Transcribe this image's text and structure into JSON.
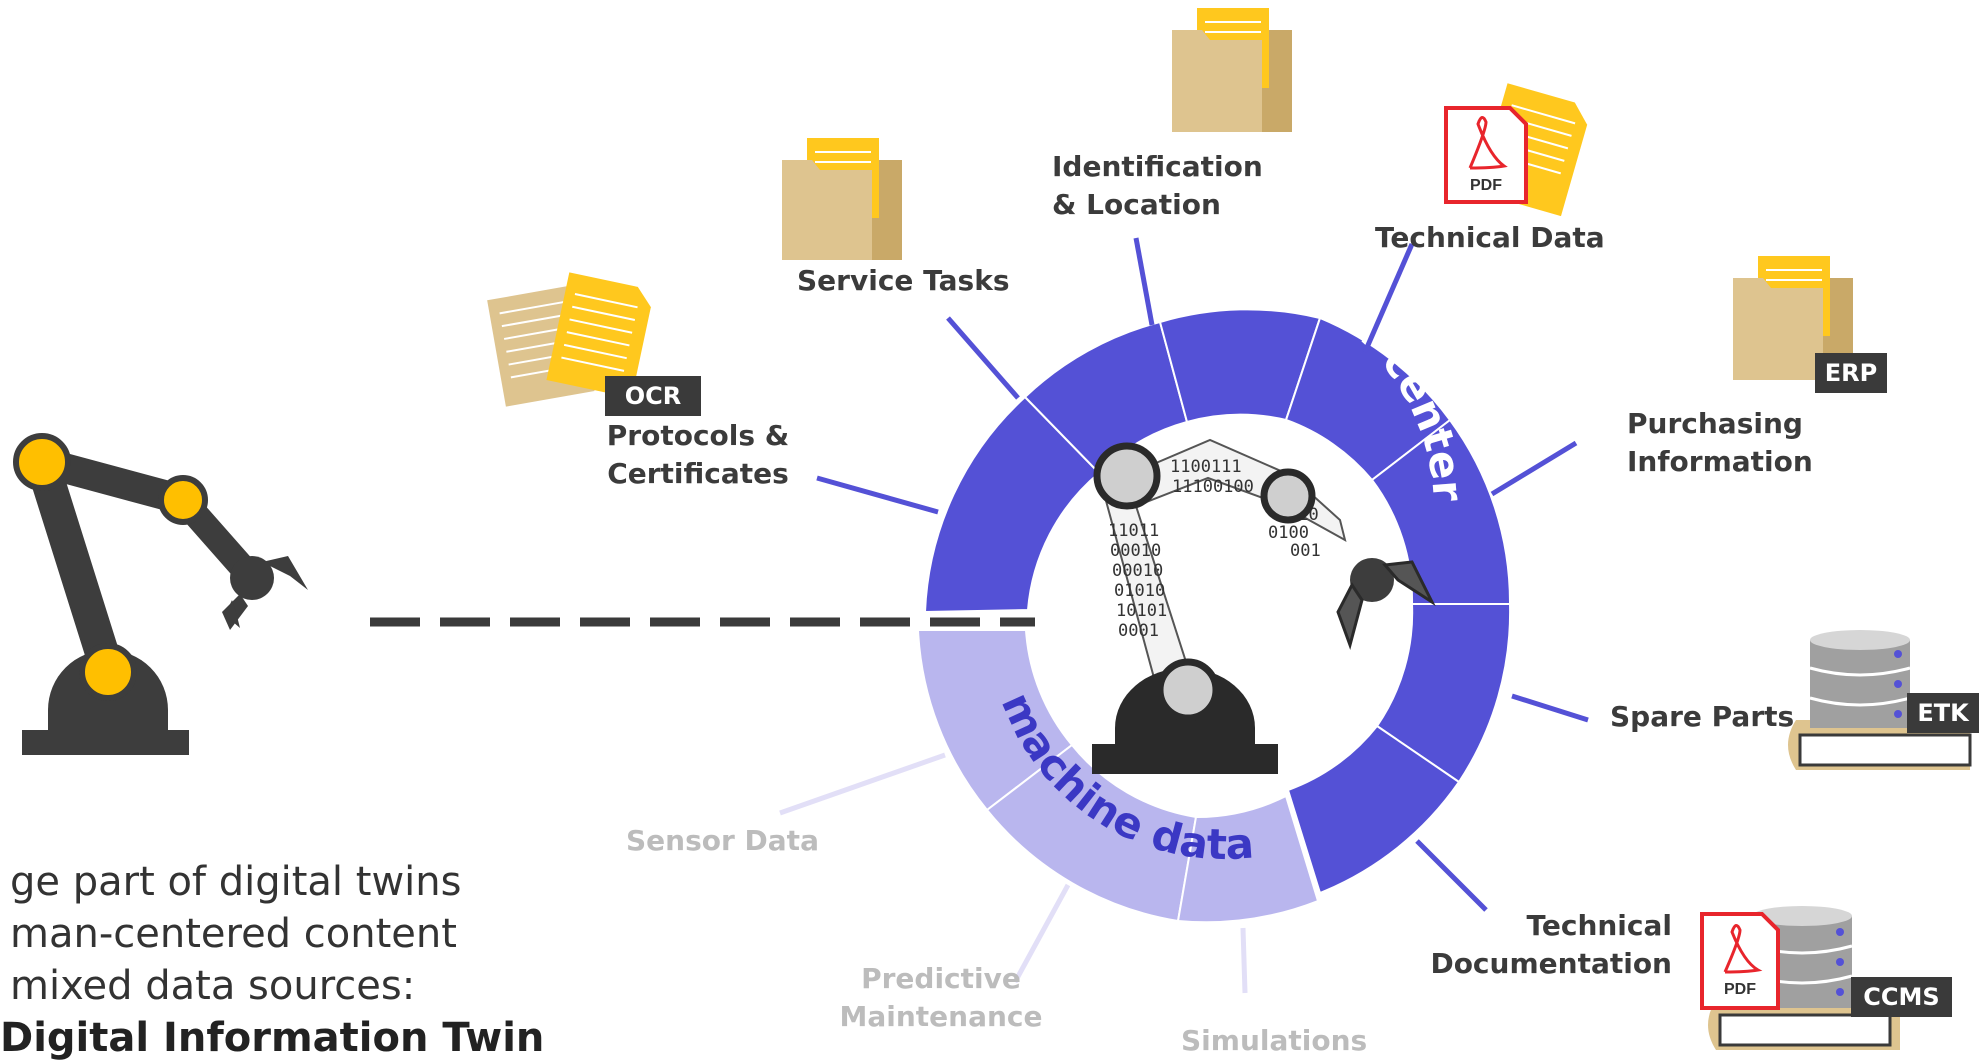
{
  "diagram": {
    "ring": {
      "upper_label": "human-centered",
      "lower_label": "machine data"
    },
    "sources_human": [
      {
        "key": "protocols",
        "label_lines": [
          "Protocols &",
          "Certificates"
        ],
        "tag": "OCR",
        "icon": "document-stack-icon"
      },
      {
        "key": "service",
        "label_lines": [
          "Service Tasks"
        ],
        "icon": "folder-icon"
      },
      {
        "key": "identification",
        "label_lines": [
          "Identification",
          "& Location"
        ],
        "icon": "folder-icon"
      },
      {
        "key": "technical-data",
        "label_lines": [
          "Technical Data"
        ],
        "icon": "pdf-document-icon",
        "pdf_text": "PDF"
      },
      {
        "key": "purchasing",
        "label_lines": [
          "Purchasing",
          "Information"
        ],
        "tag": "ERP",
        "icon": "folder-icon"
      },
      {
        "key": "spare-parts",
        "label_lines": [
          "Spare Parts"
        ],
        "tag": "ETK",
        "icon": "database-icon"
      },
      {
        "key": "tech-doc",
        "label_lines": [
          "Technical",
          "Documentation"
        ],
        "tag": "CCMS",
        "icon": "database-icon",
        "pdf_text": "PDF"
      }
    ],
    "sources_machine": [
      {
        "key": "sensor",
        "label_lines": [
          "Sensor Data"
        ]
      },
      {
        "key": "predictive",
        "label_lines": [
          "Predictive",
          "Maintenance"
        ]
      },
      {
        "key": "simulations",
        "label_lines": [
          "Simulations"
        ]
      }
    ],
    "binary_text": [
      "1100111",
      "11100100",
      "010",
      "11011",
      "00010",
      "00010",
      "01010",
      "10101",
      "0001",
      "0100",
      "001"
    ],
    "bottom_text": [
      "ge part of digital twins",
      "man-centered content",
      " mixed data sources:",
      "Digital Information Twin"
    ],
    "colors": {
      "human": "#5451d6",
      "machine": "#b9b6ee",
      "machine_text": "#3b38c4",
      "connector": "#5451d6",
      "connector_machine": "#e2dff7",
      "label": "#3b3b3b",
      "label_machine": "#bcbcbc",
      "tag_bg": "#3a3a3a",
      "folder": "#dec48f",
      "paper": "#ffc81e",
      "robot": "#3d3d3d",
      "joint": "#ffbf00",
      "pdf_red": "#e8252c",
      "db": "#a0a0a0"
    }
  }
}
